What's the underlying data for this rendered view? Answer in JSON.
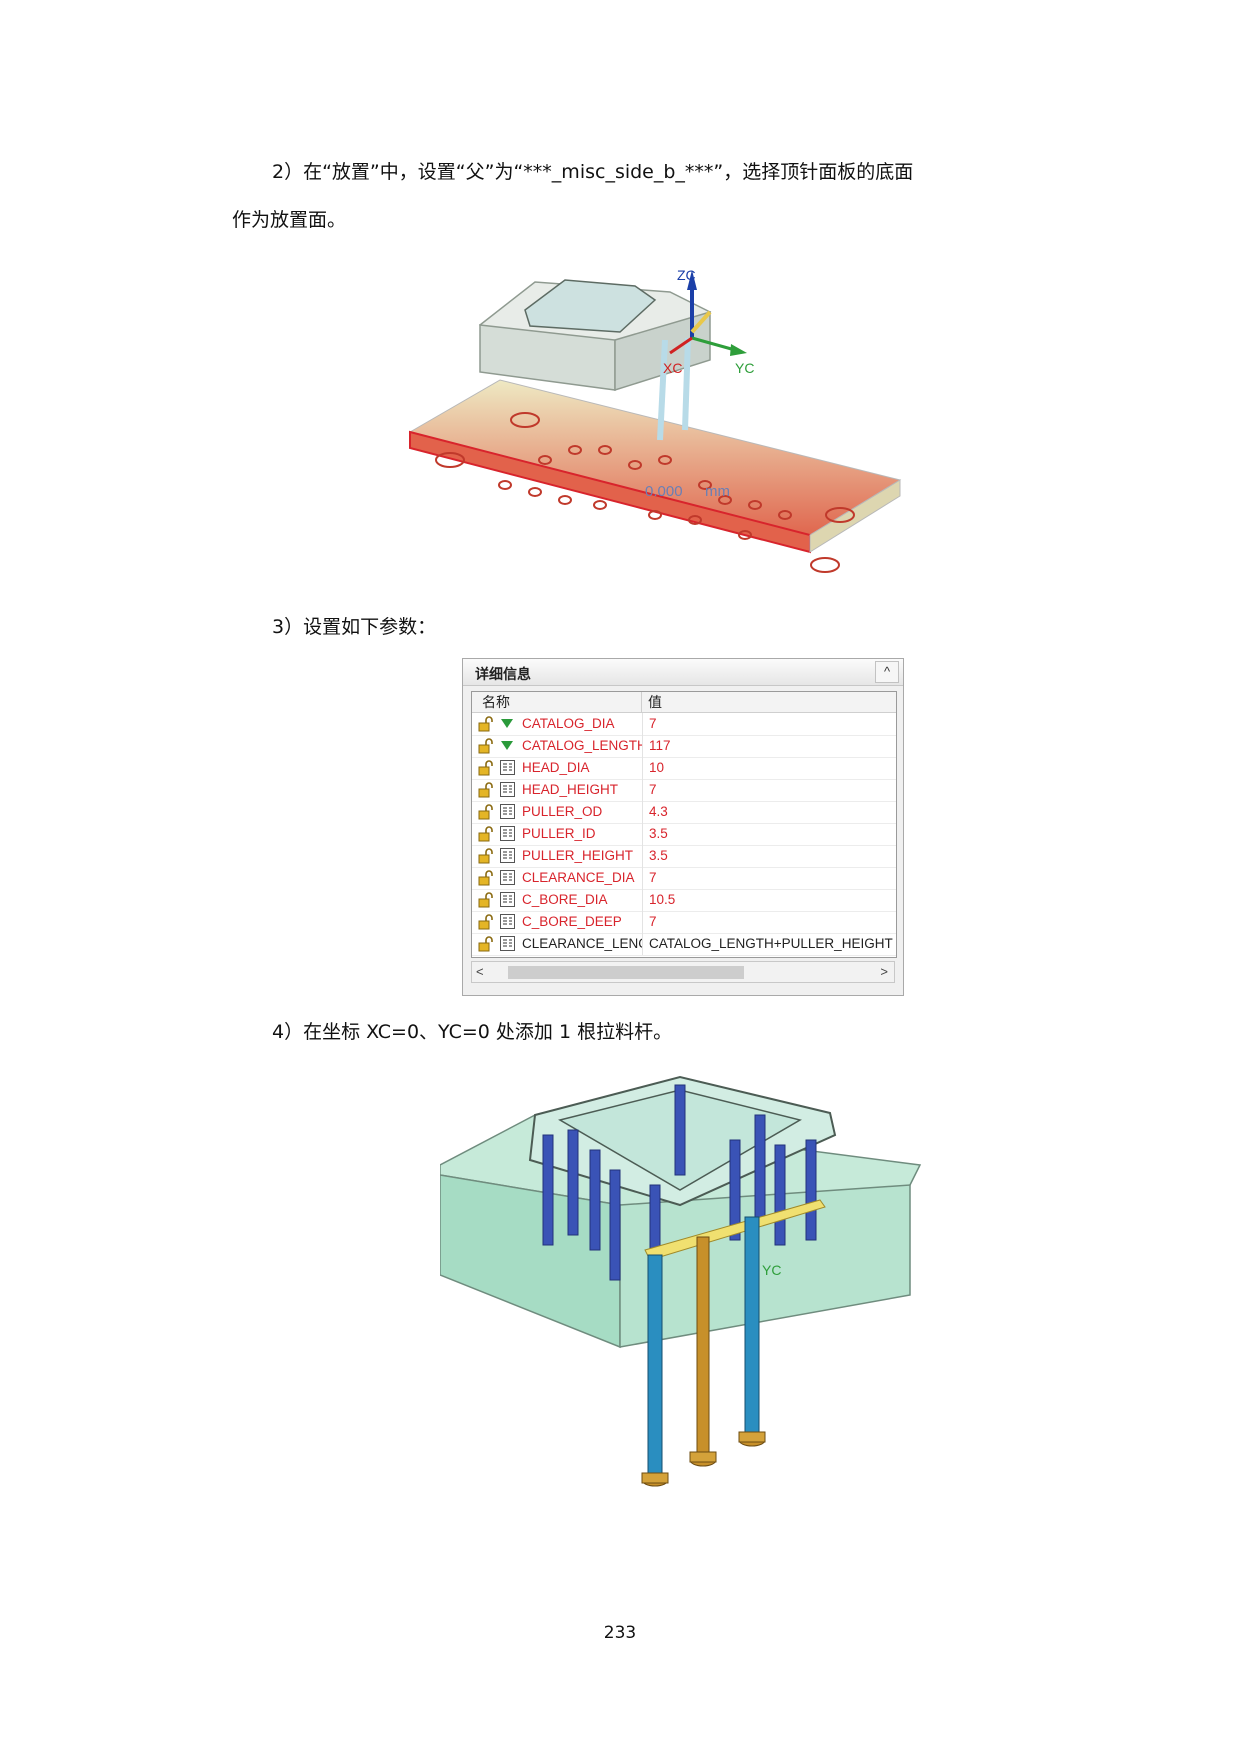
{
  "steps": {
    "step2_line1": "2）在“放置”中，设置“父”为“***_misc_side_b_***”，选择顶针面板的底面",
    "step2_line2": "作为放置面。",
    "step3": "3）设置如下参数：",
    "step4": "4）在坐标 XC=0、YC=0 处添加 1 根拉料杆。"
  },
  "figure1": {
    "axis_zc": "ZC",
    "axis_xc": "XC",
    "axis_yc": "YC",
    "distance_readout": "0.000",
    "distance_unit": "mm"
  },
  "panel": {
    "title": "详细信息",
    "collapse_glyph": "^",
    "col_name": "名称",
    "col_value": "值",
    "rows": [
      {
        "name": "CATALOG_DIA",
        "value": "7"
      },
      {
        "name": "CATALOG_LENGTH",
        "value": "117"
      },
      {
        "name": "HEAD_DIA",
        "value": "10"
      },
      {
        "name": "HEAD_HEIGHT",
        "value": "7"
      },
      {
        "name": "PULLER_OD",
        "value": "4.3"
      },
      {
        "name": "PULLER_ID",
        "value": "3.5"
      },
      {
        "name": "PULLER_HEIGHT",
        "value": "3.5"
      },
      {
        "name": "CLEARANCE_DIA",
        "value": "7"
      },
      {
        "name": "C_BORE_DIA",
        "value": "10.5"
      },
      {
        "name": "C_BORE_DEEP",
        "value": "7"
      },
      {
        "name": "CLEARANCE_LENG...",
        "value": "CATALOG_LENGTH+PULLER_HEIGHT"
      }
    ],
    "scroll_left": "<",
    "scroll_right": ">"
  },
  "figure2": {
    "axis_yc": "YC"
  },
  "footer": {
    "page_number": "233"
  },
  "colors": {
    "param_red": "#d8242c",
    "plate_red": "#e0674f",
    "mold_green": "#a6dcc4",
    "pin_blue": "#2a8ec0",
    "puller_gold": "#c7902a"
  }
}
